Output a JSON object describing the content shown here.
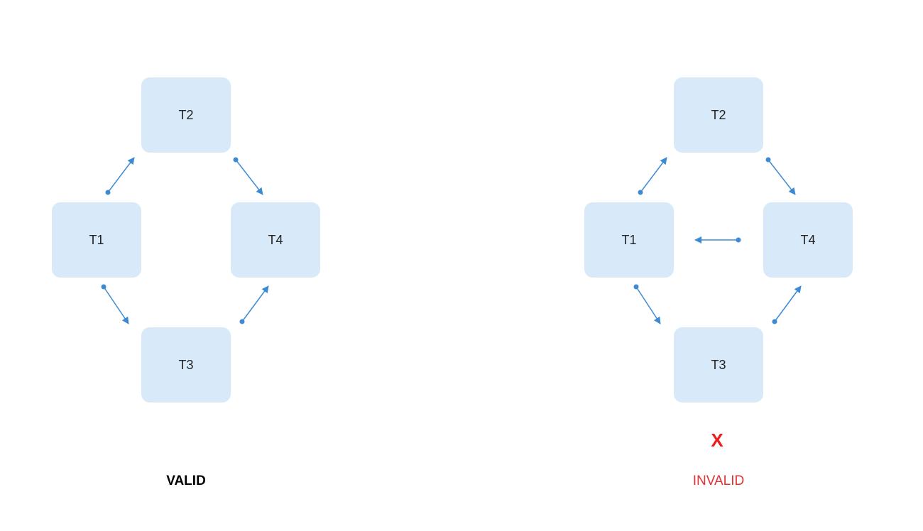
{
  "colors": {
    "node_fill": "#d8eaf9",
    "edge": "#3d8ad4",
    "invalid": "#e33232",
    "x_mark": "#ee1c1c"
  },
  "left_diagram": {
    "nodes": {
      "t1": "T1",
      "t2": "T2",
      "t3": "T3",
      "t4": "T4"
    },
    "edges": [
      {
        "from": "T1",
        "to": "T2"
      },
      {
        "from": "T2",
        "to": "T4"
      },
      {
        "from": "T1",
        "to": "T3"
      },
      {
        "from": "T3",
        "to": "T4"
      }
    ],
    "caption": "VALID"
  },
  "right_diagram": {
    "nodes": {
      "t1": "T1",
      "t2": "T2",
      "t3": "T3",
      "t4": "T4"
    },
    "edges": [
      {
        "from": "T1",
        "to": "T2"
      },
      {
        "from": "T2",
        "to": "T4"
      },
      {
        "from": "T1",
        "to": "T3"
      },
      {
        "from": "T3",
        "to": "T4"
      },
      {
        "from": "T4",
        "to": "T1"
      }
    ],
    "mark": "X",
    "caption": "INVALID"
  }
}
